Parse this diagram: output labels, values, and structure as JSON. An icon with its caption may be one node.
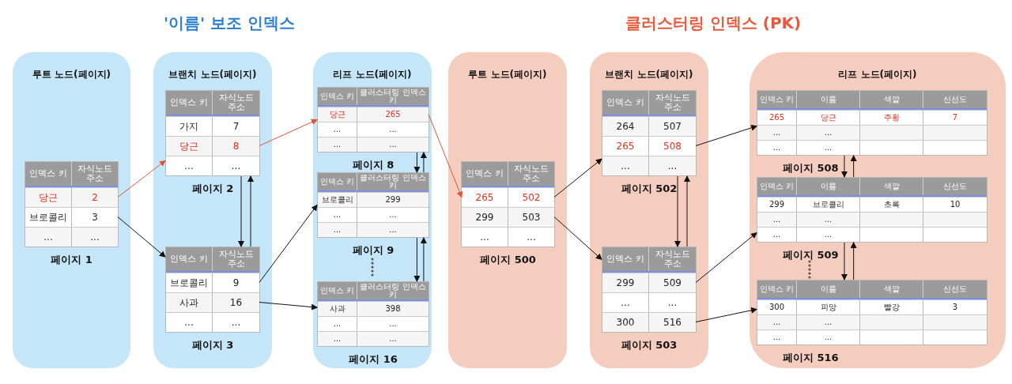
{
  "diagram": {
    "labels": [
      "'이름' 보조 인덱스",
      "클러스터링 인덱스 (PK)"
    ],
    "nodes": [
      {
        "text": [
          "루트 노드(페이지)"
        ]
      },
      {
        "text": [
          "인덱스 키",
          "자식노드 주소"
        ],
        "in": 0,
        "beside": [
          "페이지 1"
        ]
      },
      {
        "text": [
          "당근",
          "2"
        ],
        "in": 1
      },
      {
        "text": [
          "브로콜리",
          "3"
        ],
        "in": 1
      },
      {
        "text": [
          "...",
          "..."
        ],
        "in": 1
      },
      {
        "text": [
          "브랜치 노드(페이지)"
        ]
      },
      {
        "text": [
          "인덱스 키",
          "자식노드 주소"
        ],
        "in": 5,
        "beside": [
          "페이지 2"
        ]
      },
      {
        "text": [
          "가지",
          "7"
        ],
        "in": 6
      },
      {
        "text": [
          "당근",
          "8"
        ],
        "in": 6
      },
      {
        "text": [
          "...",
          "..."
        ],
        "in": 6
      },
      {
        "text": [
          "인덱스 키",
          "자식노드 주소"
        ],
        "in": 5,
        "beside": [
          "페이지 3"
        ]
      },
      {
        "text": [
          "브로콜리",
          "9"
        ],
        "in": 10
      },
      {
        "text": [
          "사과",
          "16"
        ],
        "in": 10
      },
      {
        "text": [
          "...",
          "..."
        ],
        "in": 10
      },
      {
        "text": [
          "리프 노드(페이지)"
        ]
      },
      {
        "text": [
          "인덱스 키",
          "클러스터링 인덱스 키"
        ],
        "in": 14,
        "beside": [
          "페이지 8"
        ]
      },
      {
        "text": [
          "당근",
          "265"
        ],
        "in": 15
      },
      {
        "text": [
          "...",
          "..."
        ],
        "in": 15
      },
      {
        "text": [
          "...",
          "..."
        ],
        "in": 15
      },
      {
        "text": [
          "인덱스 키",
          "클러스터링 인덱스 키"
        ],
        "in": 14,
        "beside": [
          "페이지 9"
        ]
      },
      {
        "text": [
          "브로콜리",
          "299"
        ],
        "in": 19
      },
      {
        "text": [
          "...",
          "..."
        ],
        "in": 19
      },
      {
        "text": [
          "...",
          "..."
        ],
        "in": 19
      },
      {
        "text": [
          "인덱스 키",
          "클러스터링 인덱스 키"
        ],
        "in": 14,
        "beside": [
          "페이지 16"
        ]
      },
      {
        "text": [
          "사과",
          "398"
        ],
        "in": 23
      },
      {
        "text": [
          "...",
          "..."
        ],
        "in": 23
      },
      {
        "text": [
          "...",
          "..."
        ],
        "in": 23
      },
      {
        "text": [
          "루트 노드(페이지)"
        ]
      },
      {
        "text": [
          "인덱스 키",
          "자식노드 주소"
        ],
        "in": 27,
        "beside": [
          "페이지 500"
        ]
      },
      {
        "text": [
          "265",
          "502"
        ],
        "in": 28
      },
      {
        "text": [
          "299",
          "503"
        ],
        "in": 28
      },
      {
        "text": [
          "...",
          "..."
        ],
        "in": 28
      },
      {
        "text": [
          "브랜치 노드(페이지)"
        ]
      },
      {
        "text": [
          "인덱스 키",
          "자식노드 주소"
        ],
        "in": 32,
        "beside": [
          "페이지 502"
        ]
      },
      {
        "text": [
          "264",
          "507"
        ],
        "in": 33
      },
      {
        "text": [
          "265",
          "508"
        ],
        "in": 33
      },
      {
        "text": [
          "...",
          "..."
        ],
        "in": 33
      },
      {
        "text": [
          "인덱스 키",
          "자식노드 주소"
        ],
        "in": 32,
        "beside": [
          "페이지 503"
        ]
      },
      {
        "text": [
          "299",
          "509"
        ],
        "in": 37
      },
      {
        "text": [
          "...",
          "..."
        ],
        "in": 37
      },
      {
        "text": [
          "300",
          "516"
        ],
        "in": 37
      },
      {
        "text": [
          "리프 노드(페이지)"
        ]
      },
      {
        "text": [
          "인덱스 키",
          "이름",
          "색깔",
          "신선도"
        ],
        "in": 41,
        "beside": [
          "페이지 508"
        ]
      },
      {
        "text": [
          "265",
          "당근",
          "주황",
          "7"
        ],
        "in": 42
      },
      {
        "text": [
          "...",
          "..."
        ],
        "in": 42
      },
      {
        "text": [
          "...",
          "..."
        ],
        "in": 42
      },
      {
        "text": [
          "인덱스 키",
          "이름",
          "색깔",
          "신선도"
        ],
        "in": 41,
        "beside": [
          "페이지 509"
        ]
      },
      {
        "text": [
          "299",
          "브로콜리",
          "초록",
          "10"
        ],
        "in": 46
      },
      {
        "text": [
          "...",
          "..."
        ],
        "in": 46
      },
      {
        "text": [
          "...",
          "..."
        ],
        "in": 46
      },
      {
        "text": [
          "인덱스 키",
          "이름",
          "색깔",
          "신선도"
        ],
        "in": 41,
        "beside": [
          "페이지 516"
        ]
      },
      {
        "text": [
          "300",
          "피망",
          "빨강",
          "3"
        ],
        "in": 50
      },
      {
        "text": [
          "...",
          "..."
        ],
        "in": 50
      },
      {
        "text": [
          "...",
          "..."
        ],
        "in": 50
      }
    ],
    "edges": [
      {
        "from": 2,
        "to": 6,
        "arrow": "to",
        "color": "#e0553a"
      },
      {
        "from": 3,
        "to": 10,
        "arrow": "to"
      },
      {
        "from": 6,
        "to": 10,
        "arrow": "to"
      },
      {
        "from": 10,
        "to": 6,
        "arrow": "to"
      },
      {
        "from": 8,
        "to": 15,
        "arrow": "to",
        "color": "#e0553a"
      },
      {
        "from": 11,
        "to": 19,
        "arrow": "to"
      },
      {
        "from": 12,
        "to": 23,
        "arrow": "to"
      },
      {
        "from": 15,
        "to": 19,
        "arrow": "to"
      },
      {
        "from": 19,
        "to": 15,
        "arrow": "to"
      },
      {
        "from": 19,
        "to": 23,
        "arrow": "to"
      },
      {
        "from": 23,
        "to": 19,
        "arrow": "to"
      },
      {
        "from": 16,
        "to": 29,
        "arrow": "to",
        "color": "#e0553a"
      },
      {
        "from": 29,
        "to": 33,
        "arrow": "to"
      },
      {
        "from": 30,
        "to": 37,
        "arrow": "to"
      },
      {
        "from": 33,
        "to": 37,
        "arrow": "to"
      },
      {
        "from": 37,
        "to": 33,
        "arrow": "to"
      },
      {
        "from": 35,
        "to": 42,
        "arrow": "to"
      },
      {
        "from": 38,
        "to": 46,
        "arrow": "to"
      },
      {
        "from": 40,
        "to": 50,
        "arrow": "to"
      },
      {
        "from": 42,
        "to": 46,
        "arrow": "to"
      },
      {
        "from": 46,
        "to": 42,
        "arrow": "to"
      },
      {
        "from": 46,
        "to": 50,
        "arrow": "to"
      },
      {
        "from": 50,
        "to": 46,
        "arrow": "to"
      }
    ]
  }
}
